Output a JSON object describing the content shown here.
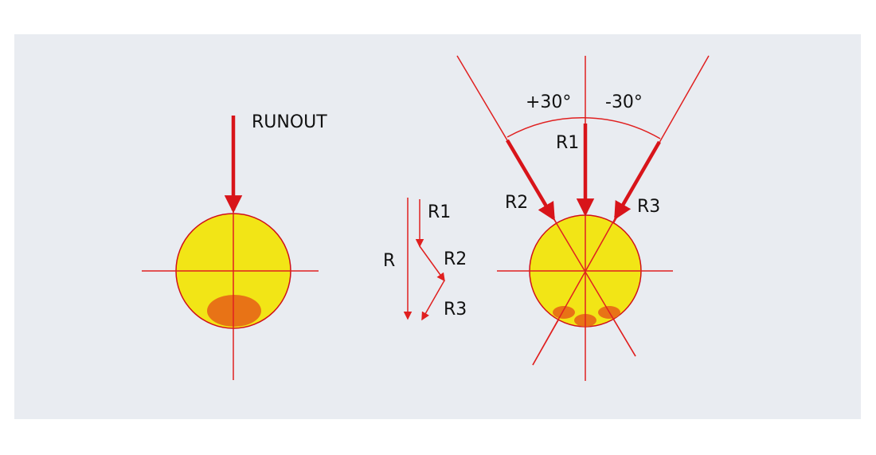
{
  "labels": {
    "runout": "RUNOUT",
    "r": "R",
    "r1": "R1",
    "r2": "R2",
    "r3": "R3",
    "plus_angle": "+30°",
    "minus_angle": "-30°"
  },
  "colors": {
    "background_panel": "#e9ecf1",
    "line_red": "#e02020",
    "arrow_red": "#d8141a",
    "circle_fill": "#f2e516",
    "circle_stroke": "#d0101a",
    "imbalance_spot": "#e87316"
  }
}
